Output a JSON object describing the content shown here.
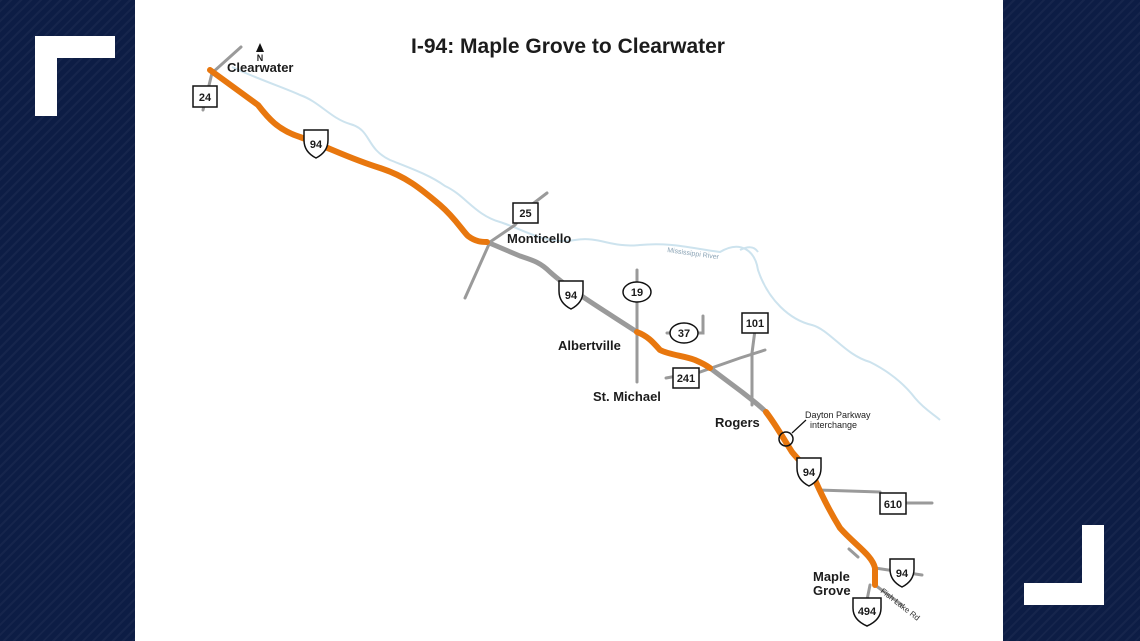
{
  "title": "I-94: Maple Grove to Clearwater",
  "north_arrow_label": "N",
  "cities": {
    "clearwater": "Clearwater",
    "monticello": "Monticello",
    "albertville": "Albertville",
    "st_michael": "St. Michael",
    "rogers": "Rogers",
    "maple_grove_line1": "Maple",
    "maple_grove_line2": "Grove"
  },
  "river_label": "Mississippi River",
  "road_label_fish_lake": "Fish Lake Rd",
  "annotation": {
    "line1": "Dayton Parkway",
    "line2": "interchange"
  },
  "shields": {
    "i94_a": "94",
    "i94_b": "94",
    "i94_c": "94",
    "i94_d": "94",
    "i494": "494",
    "us24": "24",
    "us25": "25",
    "us101": "101",
    "us241": "241",
    "us610": "610",
    "c19": "19",
    "c37": "37"
  },
  "colors": {
    "construction": "#e8770e",
    "road": "#9a9a9a",
    "river": "#cde3ee",
    "frame": "#0d1d45",
    "bracket": "#ffffff"
  },
  "legend_meaning": {}
}
